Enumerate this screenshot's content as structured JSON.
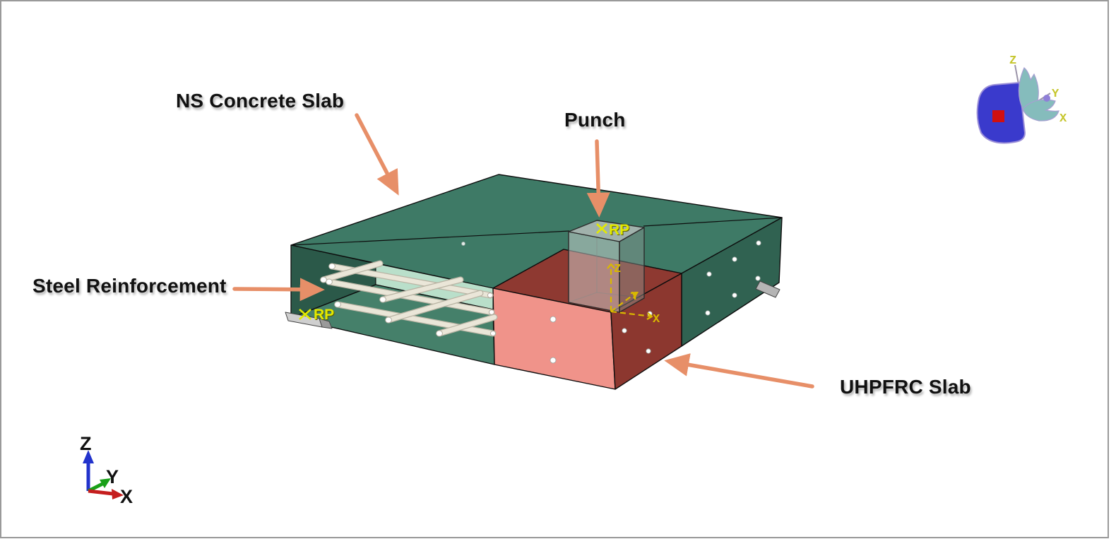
{
  "slide": {
    "background": "#ffffff",
    "border_color": "#9a9a9a"
  },
  "annotations": {
    "ns_concrete_slab": {
      "label": "NS Concrete Slab"
    },
    "punch": {
      "label": "Punch"
    },
    "steel_reinforcement": {
      "label": "Steel Reinforcement"
    },
    "uhpfrc_slab": {
      "label": "UHPFRC Slab"
    },
    "arrow_color": "#e78f68"
  },
  "reference_points": {
    "punch_rp": "RP",
    "support_rp": "RP",
    "color": "#e3ea00"
  },
  "punch_csys": {
    "z": "Z",
    "y": "Y",
    "x": "X",
    "color": "#d9b800"
  },
  "view_triad": {
    "z": "Z",
    "y": "Y",
    "x": "X",
    "z_color": "#2233cc",
    "y_color": "#18a018",
    "x_color": "#c51d1d"
  },
  "compass": {
    "z": "Z",
    "y": "Y",
    "x": "X",
    "label_color": "#c6c62e"
  },
  "model_colors": {
    "ns_slab_top": "#3e7a66",
    "ns_slab_front_right": "#306251",
    "ns_slab_cut_wall": "#2b5949",
    "ns_slab_cut_floor": "#45806a",
    "inner_surface_mint": "#b9dfca",
    "uhpfrc_top": "#8e3931",
    "uhpfrc_front_light": "#f0938a",
    "uhpfrc_side_dark": "#8c372f",
    "rebar": "#eae6d8",
    "punch_glass": "#b8bebc",
    "support_pad": "#c9c9c9",
    "node_dot": "#ffffff"
  }
}
